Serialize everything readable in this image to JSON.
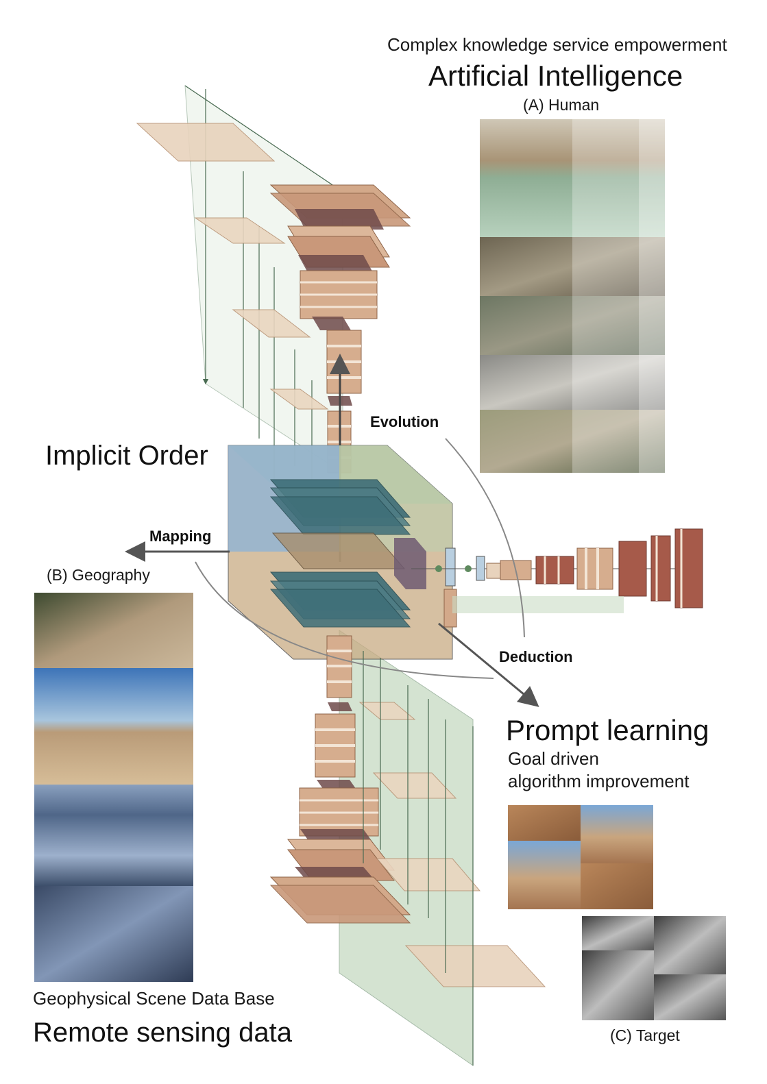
{
  "ai": {
    "subtitle": "Complex knowledge service empowerment",
    "title": "Artificial Intelligence",
    "caption": "(A) Human"
  },
  "center": {
    "title": "Implicit Order",
    "evolution": "Evolution",
    "mapping": "Mapping",
    "deduction": "Deduction"
  },
  "geography": {
    "caption": "(B) Geography",
    "db_label": "Geophysical Scene Data Base",
    "title": "Remote sensing data"
  },
  "prompt": {
    "title": "Prompt learning",
    "line1": "Goal driven",
    "line2": "algorithm improvement"
  },
  "target": {
    "caption": "(C) Target"
  },
  "colors": {
    "layer_brown": "#c49a7a",
    "layer_dark": "#6e4a4a",
    "layer_teal": "#3e6e78",
    "panel_blue": "#8fb3d6",
    "panel_green": "#a9c4a0",
    "panel_tan": "#c9ab84",
    "layer_red": "#a65a4a"
  }
}
